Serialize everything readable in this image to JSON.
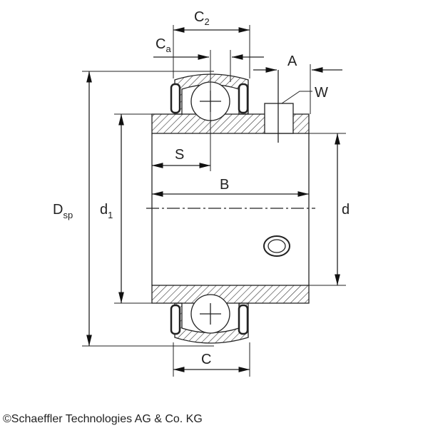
{
  "labels": {
    "C2": {
      "main": "C",
      "sub": "2"
    },
    "Ca": {
      "main": "C",
      "sub": "a"
    },
    "A": "A",
    "W": "W",
    "S": "S",
    "B": "B",
    "Dsp": {
      "main": "D",
      "sub": "sp"
    },
    "d1": {
      "main": "d",
      "sub": "1"
    },
    "d": "d",
    "C": "C"
  },
  "footer": "©Schaeffler Technologies AG & Co. KG"
}
